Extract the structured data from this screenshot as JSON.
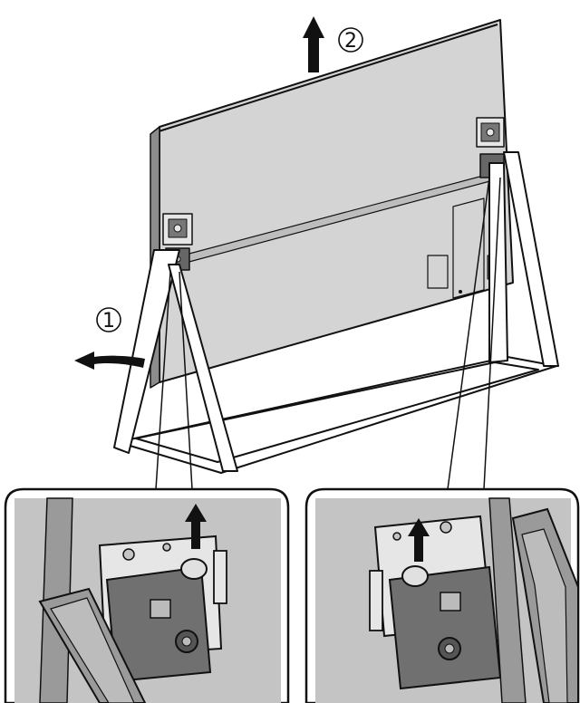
{
  "steps": [
    {
      "number": "1",
      "glyph": "①",
      "action": "pull-out"
    },
    {
      "number": "2",
      "glyph": "②",
      "action": "lift-up"
    }
  ],
  "colors": {
    "line": "#111111",
    "panel_fill": "#d4d4d4",
    "detail_bg": "#c4c4c4",
    "bracket_fill": "#e6e6e6",
    "mount_fill": "#707070",
    "leg_fill": "#9a9a9a",
    "arrow": "#111111"
  },
  "icons": {
    "step1_arrow": "curved-arrow-left-icon",
    "step2_arrow": "arrow-up-icon",
    "detail_arrows": "arrow-up-icon"
  }
}
